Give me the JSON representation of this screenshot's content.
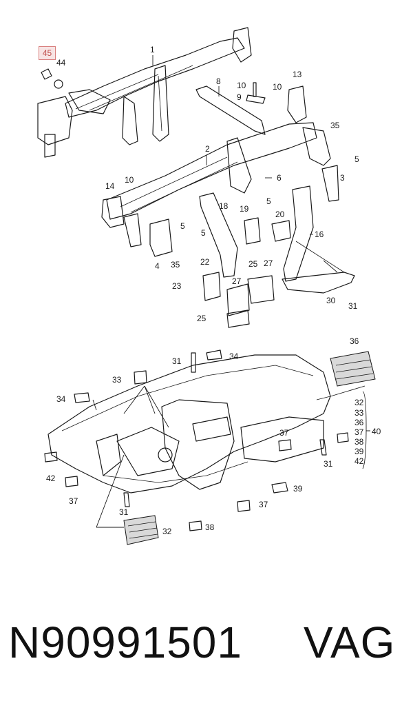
{
  "highlighted_callout": "45",
  "footer": {
    "part_number": "N90991501",
    "brand": "VAG"
  },
  "callouts": [
    "1",
    "44",
    "8",
    "10",
    "9",
    "10",
    "13",
    "35",
    "2",
    "5",
    "3",
    "14",
    "10",
    "6",
    "5",
    "18",
    "19",
    "5",
    "20",
    "16",
    "5",
    "4",
    "35",
    "22",
    "25",
    "27",
    "23",
    "27",
    "30",
    "31",
    "25",
    "36",
    "31",
    "34",
    "33",
    "34",
    "32",
    "33",
    "36",
    "37",
    "40",
    "38",
    "39",
    "42",
    "37",
    "31",
    "42",
    "37",
    "31",
    "39",
    "37",
    "38",
    "32"
  ],
  "colors": {
    "line": "#1a1a1a",
    "highlight_border": "#d9807f",
    "highlight_fill": "#f7e4e4",
    "highlight_text": "#c0504d"
  }
}
